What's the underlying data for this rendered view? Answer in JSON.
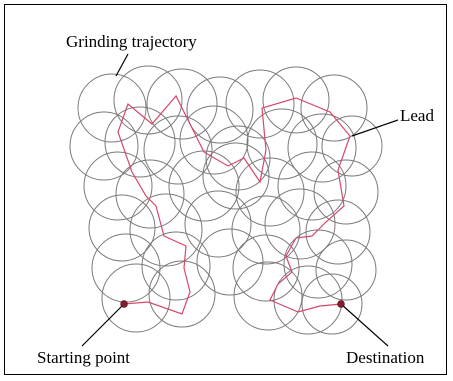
{
  "labels": {
    "grinding_trajectory": "Grinding trajectory",
    "lead": "Lead",
    "starting_point": "Starting point",
    "destination": "Destination"
  },
  "colors": {
    "circles": "#7a7a7a",
    "lead_path": "#d6486a",
    "marker": "#8b1a2e",
    "leader_line": "#000000",
    "frame": "#000000"
  },
  "icons": {
    "start_marker": "dark-red-dot",
    "destination_marker": "dark-red-dot"
  }
}
